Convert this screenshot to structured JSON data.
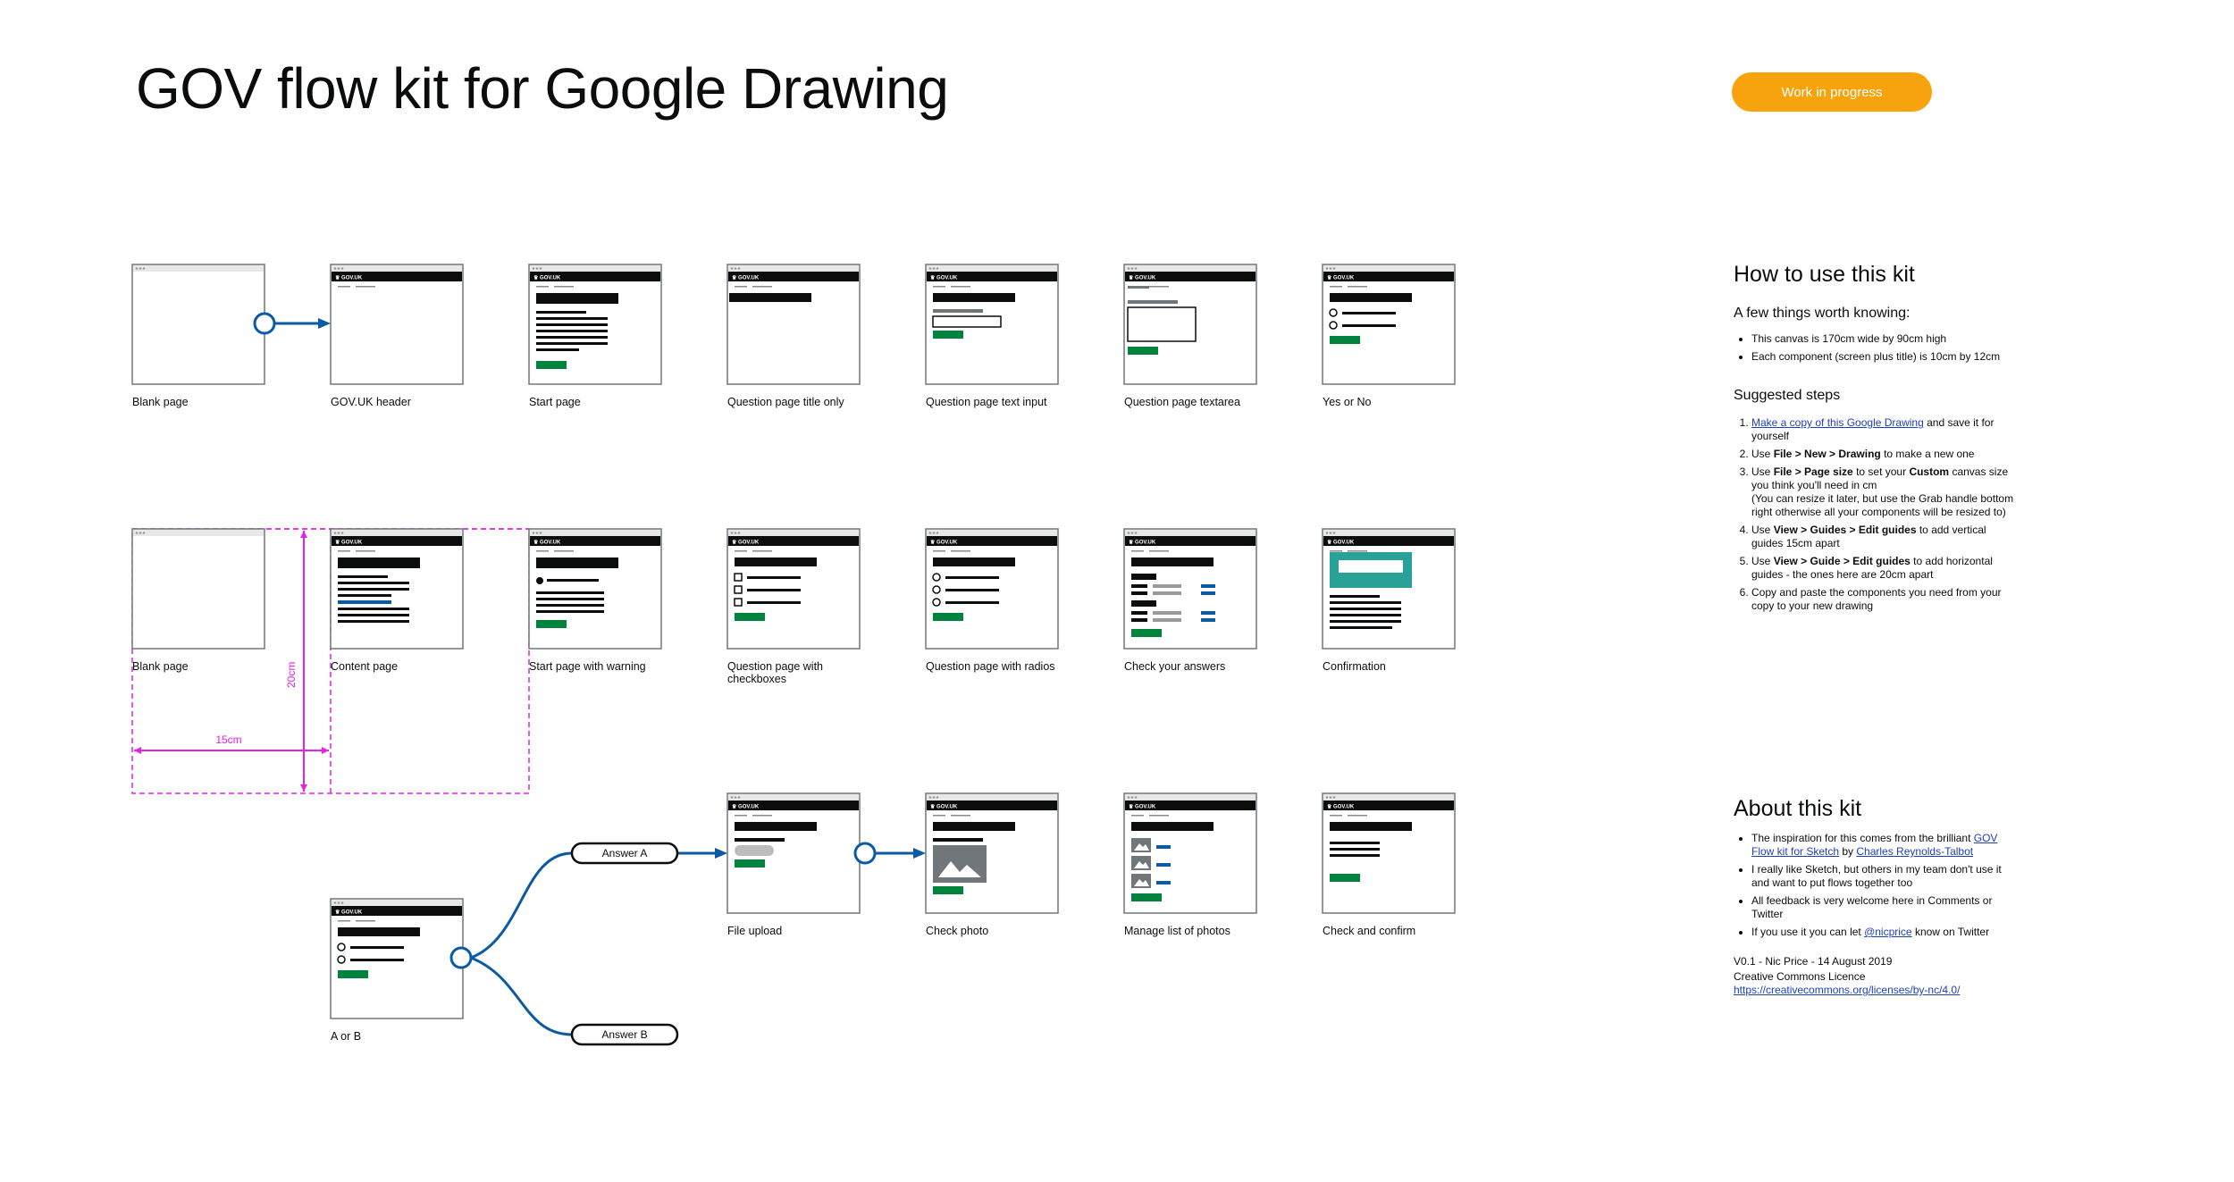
{
  "header": {
    "title": "GOV flow kit for Google Drawing",
    "status_badge": "Work in progress"
  },
  "colors": {
    "accent": "#f7a30e",
    "flow_blue": "#0b5aa3",
    "govuk_green": "#00843d",
    "guide_magenta": "#e620e6",
    "teal": "#28a197",
    "link": "#1d3fbb"
  },
  "screens": [
    {
      "label": "Blank page",
      "kind": "blank"
    },
    {
      "label": "GOV.UK header",
      "kind": "header"
    },
    {
      "label": "Start page",
      "kind": "start"
    },
    {
      "label": "Question page title only",
      "kind": "qtitle"
    },
    {
      "label": "Question page text input",
      "kind": "qinput"
    },
    {
      "label": "Question page textarea",
      "kind": "qtextarea"
    },
    {
      "label": "Yes or No",
      "kind": "yesno"
    },
    {
      "label": "Blank page",
      "kind": "blank"
    },
    {
      "label": "Content page",
      "kind": "content"
    },
    {
      "label": "Start page with warning",
      "kind": "warning"
    },
    {
      "label": "Question page with checkboxes",
      "kind": "checkboxes"
    },
    {
      "label": "Question page with radios",
      "kind": "radios"
    },
    {
      "label": "Check your answers",
      "kind": "cya"
    },
    {
      "label": "Confirmation",
      "kind": "confirmation"
    },
    {
      "label": "File upload",
      "kind": "upload"
    },
    {
      "label": "Check photo",
      "kind": "photo"
    },
    {
      "label": "Manage list of photos",
      "kind": "photolist"
    },
    {
      "label": "Check and confirm",
      "kind": "checkconfirm"
    },
    {
      "label": "A or B",
      "kind": "yesno"
    }
  ],
  "govuk_logo_text": "GOV.UK",
  "branches": {
    "a": "Answer A",
    "b": "Answer B"
  },
  "guides": {
    "horizontal": "15cm",
    "vertical": "20cm"
  },
  "how_to": {
    "title": "How to use this kit",
    "subtitle": "A few things worth knowing:",
    "facts": [
      "This canvas is 170cm wide by 90cm high",
      "Each component (screen plus title) is 10cm by 12cm"
    ],
    "steps_title": "Suggested steps",
    "step1_link": "Make a copy of this Google Drawing",
    "step1_rest": " and save it for yourself",
    "step2_a": "Use ",
    "step2_b": "File > New > Drawing",
    "step2_c": " to make a new one",
    "step3_a": "Use ",
    "step3_b": "File > Page size",
    "step3_c": "  to set your ",
    "step3_d": "Custom",
    "step3_e": " canvas size you think you'll need in cm",
    "step3_note": "(You can resize it later, but use the Grab handle bottom right otherwise all your components will be resized to)",
    "step4_a": "Use ",
    "step4_b": "View > Guides > Edit guides",
    "step4_c": " to add vertical guides 15cm apart",
    "step5_a": "Use ",
    "step5_b": "View > Guide > Edit guides",
    "step5_c": " to add horizontal guides - the ones here are 20cm apart",
    "step6": "Copy and paste the components you need from your copy to your new drawing"
  },
  "about": {
    "title": "About this kit",
    "b1_a": "The inspiration for this comes from the brilliant ",
    "b1_link1": "GOV Flow kit for Sketch",
    "b1_b": " by ",
    "b1_link2": "Charles Reynolds-Talbot",
    "b2": "I really like Sketch, but others in my team don't use it and want to put flows together too",
    "b3": "All feedback is very welcome here in Comments or Twitter",
    "b4_a": "If you use it you can let ",
    "b4_link": "@nicprice",
    "b4_b": " know on Twitter",
    "version": "V0.1 - Nic Price - 14 August 2019",
    "licence": "Creative Commons Licence",
    "licence_url": "https://creativecommons.org/licenses/by-nc/4.0/"
  }
}
